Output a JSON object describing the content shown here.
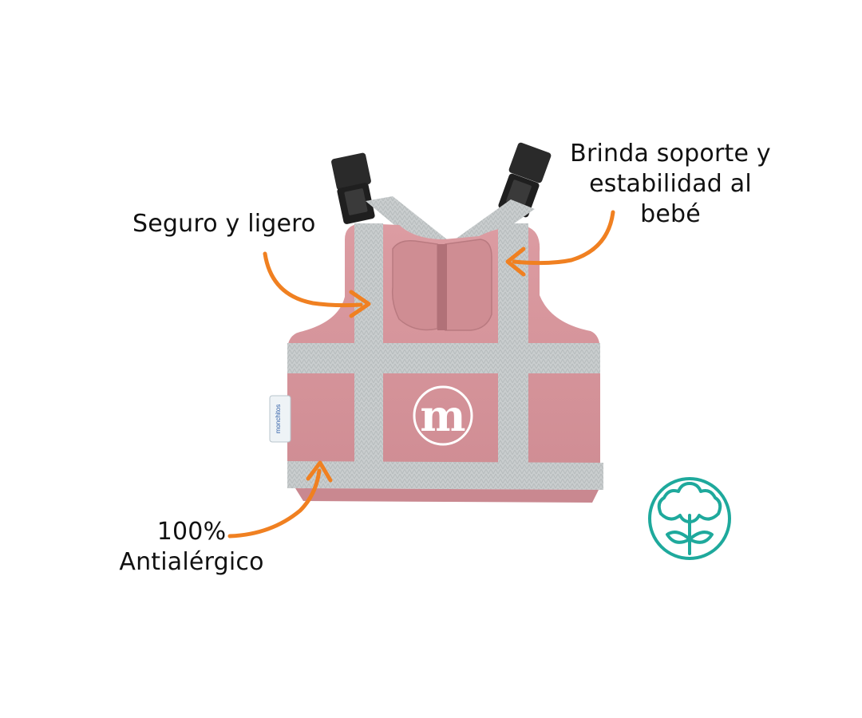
{
  "callouts": {
    "top_right": {
      "lines": [
        "Brinda soporte y",
        "estabilidad al",
        "bebé"
      ]
    },
    "left": {
      "text": "Seguro y ligero"
    },
    "bottom_left": {
      "lines": [
        "100%",
        "Antialérgico"
      ]
    }
  },
  "product": {
    "logo_letter": "m",
    "side_tag_text": "monchitos"
  },
  "colors": {
    "vest_pink": "#d7949a",
    "vest_pink_shadow": "#c17f86",
    "strap_gray": "#c9cdce",
    "buckle_black": "#2a2a2a",
    "arrow_orange": "#f08021",
    "cotton_teal": "#1ea99c"
  },
  "icons": {
    "badge": "cotton-flower-icon"
  }
}
